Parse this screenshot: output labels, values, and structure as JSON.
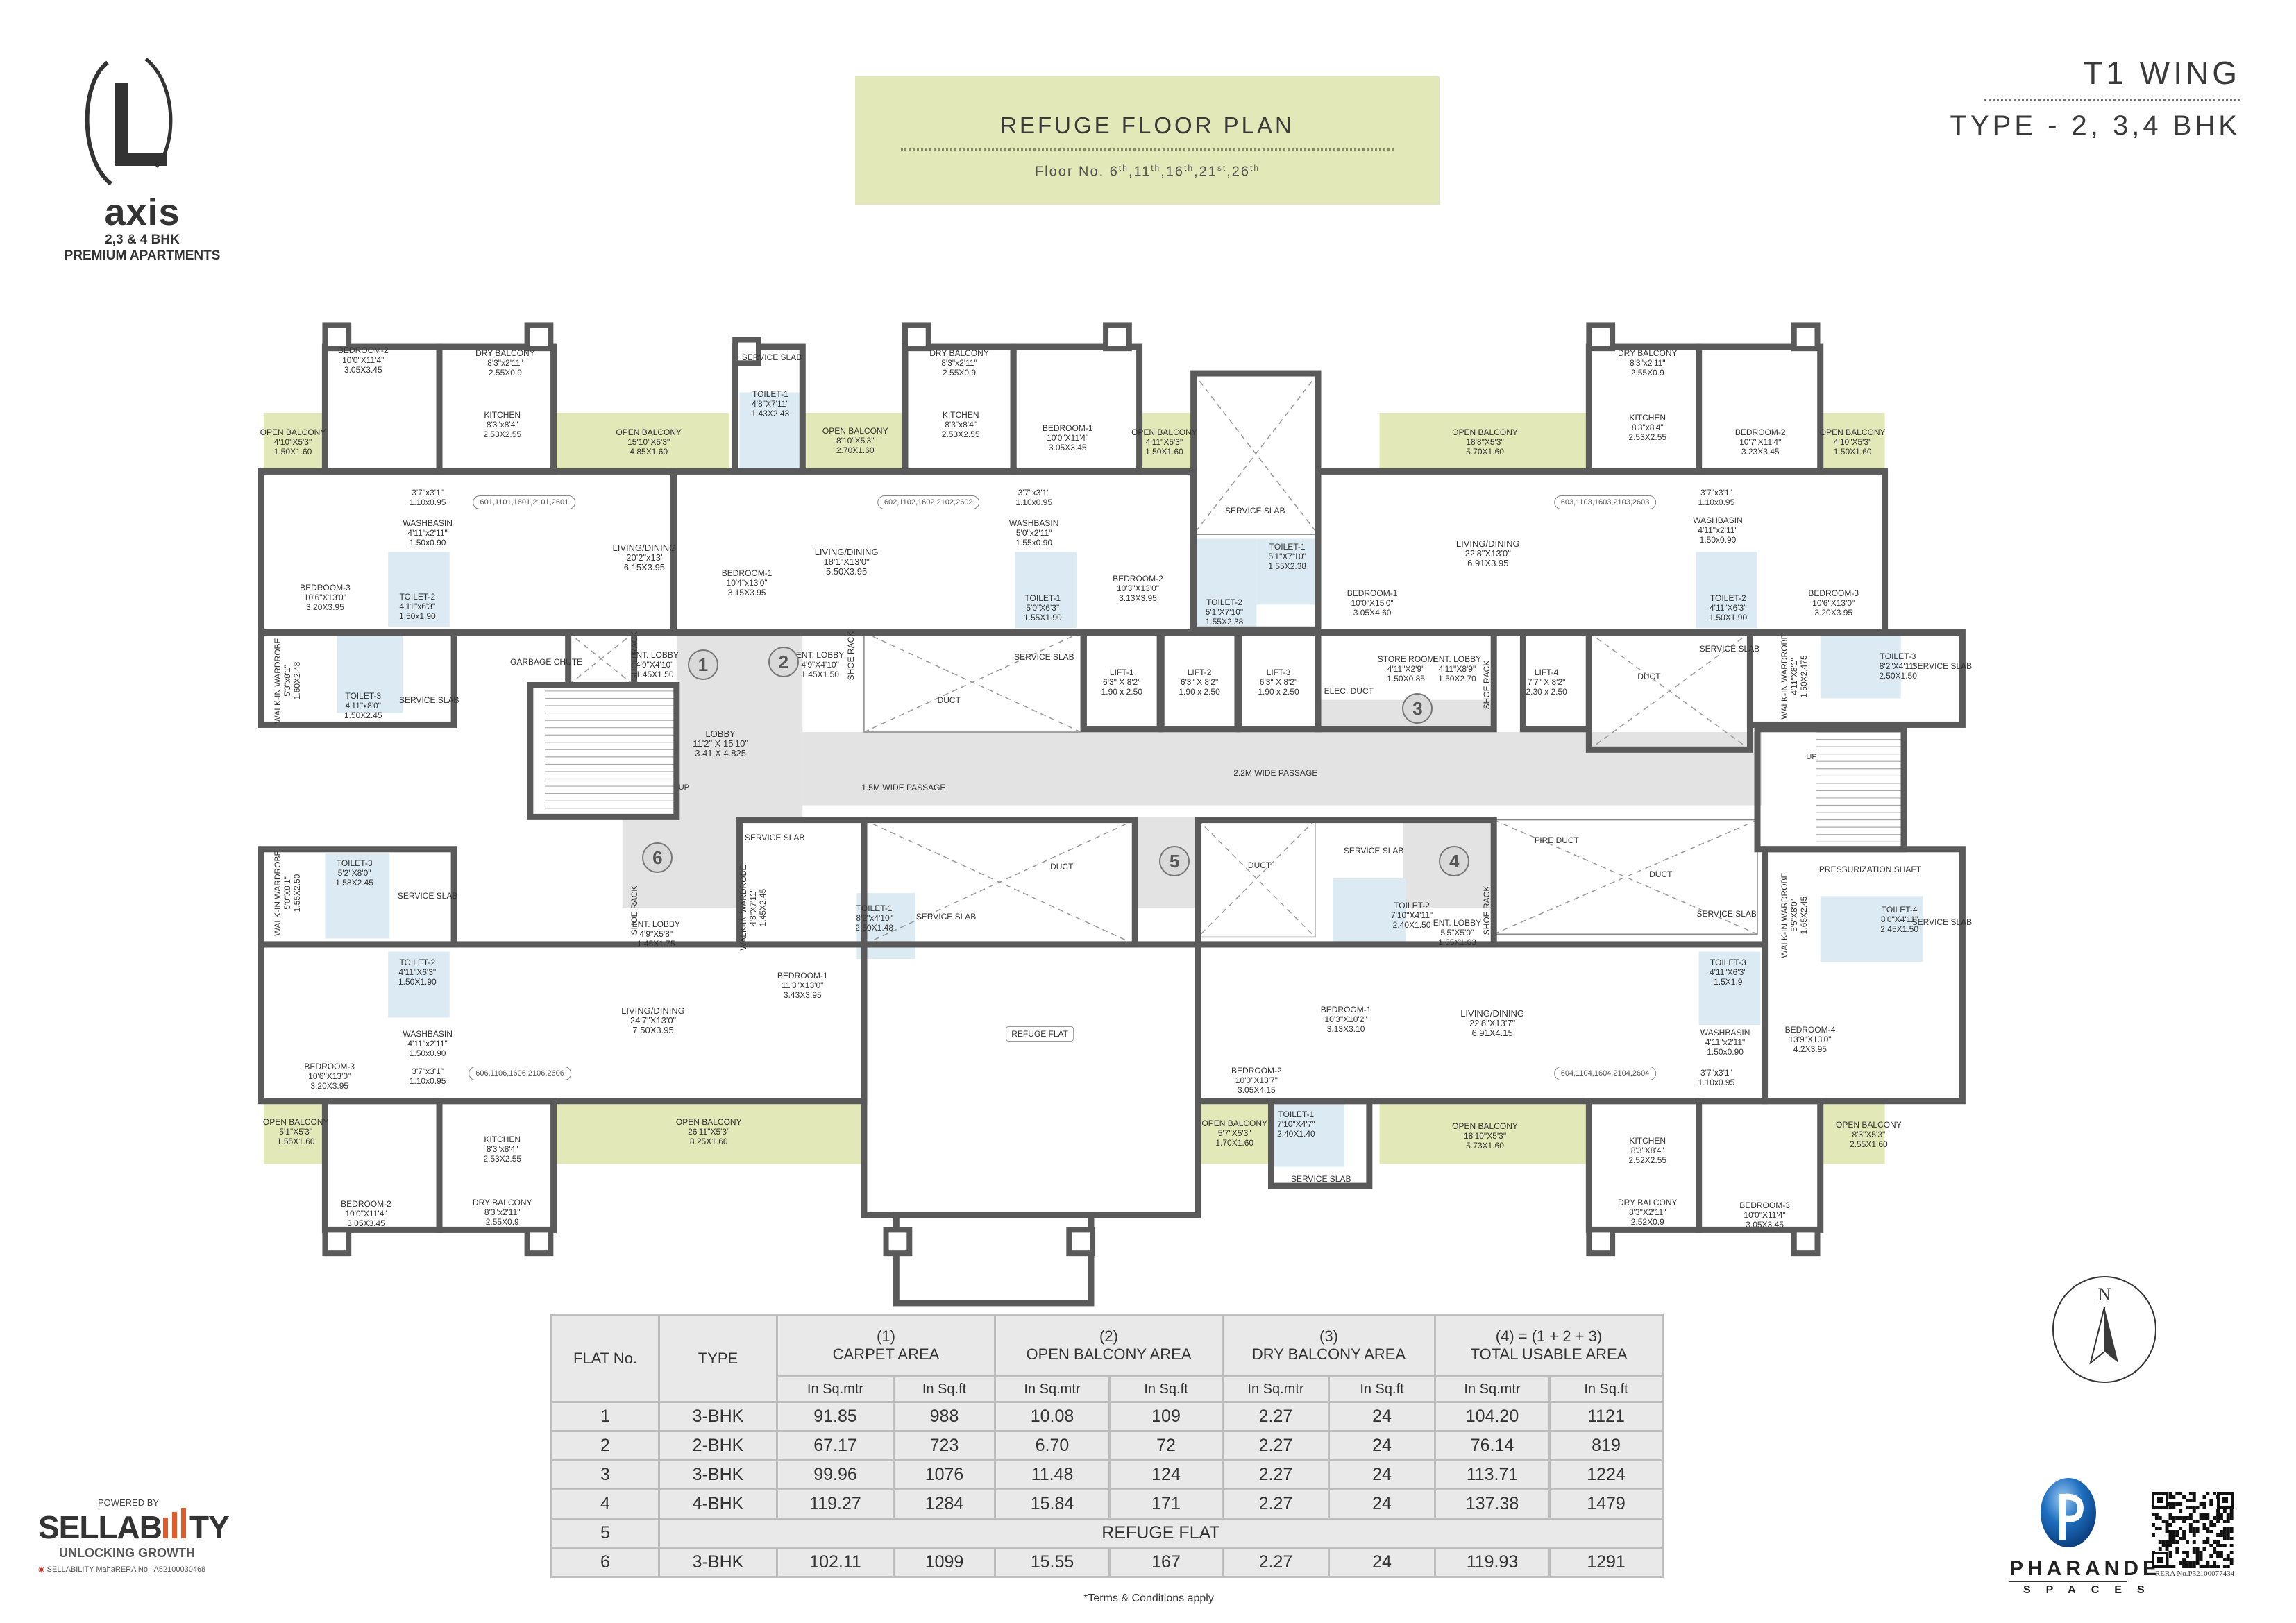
{
  "brand": {
    "logo_word": "axis",
    "logo_line1": "2,3 & 4 BHK",
    "logo_line2": "PREMIUM APARTMENTS"
  },
  "header": {
    "title": "REFUGE FLOOR PLAN",
    "floor_prefix": "Floor No. ",
    "floors": [
      [
        "6",
        "th"
      ],
      [
        "11",
        "th"
      ],
      [
        "16",
        "th"
      ],
      [
        "21",
        "st"
      ],
      [
        "26",
        "th"
      ]
    ],
    "wing": "T1 WING",
    "type": "TYPE - 2, 3,4 BHK",
    "box_color": "#e3e8b8"
  },
  "plan": {
    "colors": {
      "balcony": "#e3e8b8",
      "toilet": "#dcebf3",
      "lobby": "#e3e3e3",
      "wall": "#5a5a5a"
    },
    "unit_tags": [
      "601,1101,1601,2101,2601",
      "602,1102,1602,2102,2602",
      "603,1103,1603,2103,2603",
      "604,1104,1604,2104,2604",
      "606,1106,1606,2106,2606"
    ],
    "flat_numbers": [
      "1",
      "2",
      "3",
      "4",
      "5",
      "6"
    ],
    "up_label": "UP",
    "rooms": [
      [
        "BEDROOM-2",
        "10'0\"X11'4\"",
        "3.05X3.45"
      ],
      [
        "DRY BALCONY",
        "8'3\"x2'11\"",
        "2.55X0.9"
      ],
      [
        "KITCHEN",
        "8'3\"x8'4\"",
        "2.53X2.55"
      ],
      [
        "OPEN BALCONY",
        "4'10\"X5'3\"",
        "1.50X1.60"
      ],
      [
        "OPEN BALCONY",
        "15'10\"X5'3\"",
        "4.85X1.60"
      ],
      [
        "",
        "3'7\"x3'1\"",
        "1.10x0.95"
      ],
      [
        "WASHBASIN",
        "4'11\"x2'11\"",
        "1.50x0.90"
      ],
      [
        "LIVING/DINING",
        "20'2\"x13'",
        "6.15X3.95"
      ],
      [
        "BEDROOM-3",
        "10'6\"X13'0\"",
        "3.20X3.95"
      ],
      [
        "TOILET-2",
        "4'11\"x6'3\"",
        "1.50x1.90"
      ],
      [
        "TOILET-3",
        "4'11\"x8'0\"",
        "1.50X2.45"
      ],
      [
        "SERVICE SLAB",
        "",
        ""
      ],
      [
        "WALK-IN WARDROBE",
        "5'3\"x8'1\"",
        "1.60X2.48"
      ],
      [
        "GARBAGE CHUTE",
        "",
        ""
      ],
      [
        "SHOE RACK",
        "",
        ""
      ],
      [
        "ENT. LOBBY",
        "4'9\"X4'10\"",
        "1.45X1.50"
      ],
      [
        "SERVICE SLAB",
        "",
        ""
      ],
      [
        "TOILET-1",
        "4'8\"X7'11\"",
        "1.43X2.43"
      ],
      [
        "OPEN BALCONY",
        "8'10\"X5'3\"",
        "2.70X1.60"
      ],
      [
        "DRY BALCONY",
        "8'3\"x2'11\"",
        "2.55X0.9"
      ],
      [
        "KITCHEN",
        "8'3\"x8'4\"",
        "2.53X2.55"
      ],
      [
        "BEDROOM-1",
        "10'0\"X11'4\"",
        "3.05X3.45"
      ],
      [
        "OPEN BALCONY",
        "4'11\"X5'3\"",
        "1.50X1.60"
      ],
      [
        "",
        "3'7\"x3'1\"",
        "1.10x0.95"
      ],
      [
        "WASHBASIN",
        "5'0\"x2'11\"",
        "1.55x0.90"
      ],
      [
        "LIVING/DINING",
        "18'1\"X13'0\"",
        "5.50X3.95"
      ],
      [
        "BEDROOM-1",
        "10'4\"x13'0\"",
        "3.15X3.95"
      ],
      [
        "TOILET-1",
        "5'0\"X6'3\"",
        "1.55X1.90"
      ],
      [
        "BEDROOM-2",
        "10'3\"X13'0\"",
        "3.13X3.95"
      ],
      [
        "ENT. LOBBY",
        "4'9\"X4'10\"",
        "1.45X1.50"
      ],
      [
        "SHOE RACK",
        "",
        ""
      ],
      [
        "SERVICE SLAB",
        "",
        ""
      ],
      [
        "DUCT",
        "",
        ""
      ],
      [
        "LOBBY",
        "11'2\" X 15'10\"",
        "3.41 X 4.825"
      ],
      [
        "1.5M WIDE PASSAGE",
        "",
        ""
      ],
      [
        "SERVICE SLAB",
        "",
        ""
      ],
      [
        "TOILET-1",
        "5'1\"X7'10\"",
        "1.55X2.38"
      ],
      [
        "TOILET-2",
        "5'1\"X7'10\"",
        "1.55X2.38"
      ],
      [
        "LIFT-1",
        "6'3\" X 8'2\"",
        "1.90 x 2.50"
      ],
      [
        "LIFT-2",
        "6'3\" X 8'2\"",
        "1.90 x 2.50"
      ],
      [
        "LIFT-3",
        "6'3\" X 8'2\"",
        "1.90 x 2.50"
      ],
      [
        "ELEC. DUCT",
        "",
        ""
      ],
      [
        "STORE ROOM",
        "4'11\"X2'9\"",
        "1.50X0.85"
      ],
      [
        "ENT. LOBBY",
        "4'11\"X8'9\"",
        "1.50X2.70"
      ],
      [
        "SHOE RACK",
        "",
        ""
      ],
      [
        "LIFT-4",
        "7'7\" X 8'2\"",
        "2.30 x 2.50"
      ],
      [
        "DUCT",
        "",
        ""
      ],
      [
        "2.2M WIDE PASSAGE",
        "",
        ""
      ],
      [
        "BEDROOM-1",
        "10'0\"X15'0\"",
        "3.05X4.60"
      ],
      [
        "OPEN BALCONY",
        "18'8\"X5'3\"",
        "5.70X1.60"
      ],
      [
        "DRY BALCONY",
        "8'3\"x2'11\"",
        "2.55X0.9"
      ],
      [
        "KITCHEN",
        "8'3\"x8'4\"",
        "2.53X2.55"
      ],
      [
        "BEDROOM-2",
        "10'7\"X11'4\"",
        "3.23X3.45"
      ],
      [
        "OPEN BALCONY",
        "4'10\"X5'3\"",
        "1.50X1.60"
      ],
      [
        "",
        "3'7\"x3'1\"",
        "1.10x0.95"
      ],
      [
        "LIVING/DINING",
        "22'8\"X13'0\"",
        "6.91X3.95"
      ],
      [
        "WASHBASIN",
        "4'11\"x2'11\"",
        "1.50x0.90"
      ],
      [
        "TOILET-2",
        "4'11\"X6'3\"",
        "1.50X1.90"
      ],
      [
        "BEDROOM-3",
        "10'6\"X13'0\"",
        "3.20X3.95"
      ],
      [
        "SERVICE SLAB",
        "",
        ""
      ],
      [
        "WALK-IN WARDROBE",
        "4'11\"X8'1\"",
        "1.50X2.475"
      ],
      [
        "TOILET-3",
        "8'2\"X4'11\"",
        "2.50X1.50"
      ],
      [
        "SERVICE SLAB",
        "",
        ""
      ],
      [
        "TOILET-3",
        "5'2\"X8'0\"",
        "1.58X2.45"
      ],
      [
        "SERVICE SLAB",
        "",
        ""
      ],
      [
        "WALK-IN WARDROBE",
        "5'0\"X8'1\"",
        "1.55X2.50"
      ],
      [
        "TOILET-2",
        "4'11\"X6'3\"",
        "1.50X1.90"
      ],
      [
        "WASHBASIN",
        "4'11\"x2'11\"",
        "1.50x0.90"
      ],
      [
        "BEDROOM-3",
        "10'6\"X13'0\"",
        "3.20X3.95"
      ],
      [
        "",
        "3'7\"x3'1\"",
        "1.10x0.95"
      ],
      [
        "LIVING/DINING",
        "24'7\"X13'0\"",
        "7.50X3.95"
      ],
      [
        "OPEN BALCONY",
        "5'1\"X5'3\"",
        "1.55X1.60"
      ],
      [
        "OPEN BALCONY",
        "26'11\"X5'3\"",
        "8.25X1.60"
      ],
      [
        "KITCHEN",
        "8'3\"x8'4\"",
        "2.53X2.55"
      ],
      [
        "BEDROOM-2",
        "10'0\"X11'4\"",
        "3.05X3.45"
      ],
      [
        "DRY BALCONY",
        "8'3\"x2'11\"",
        "2.55X0.9"
      ],
      [
        "SHOE RACK",
        "",
        ""
      ],
      [
        "ENT. LOBBY",
        "4'9\"X5'8\"",
        "1.45X1.75"
      ],
      [
        "SERVICE SLAB",
        "",
        ""
      ],
      [
        "WALK-IN WARDROBE",
        "4'8\"X7'11\"",
        "1.45X2.45"
      ],
      [
        "TOILET-1",
        "8'2\"x4'10\"",
        "2.50X1.48"
      ],
      [
        "SERVICE SLAB",
        "",
        ""
      ],
      [
        "DUCT",
        "",
        ""
      ],
      [
        "BEDROOM-1",
        "11'3\"X13'0\"",
        "3.43X3.95"
      ],
      [
        "DUCT",
        "",
        ""
      ],
      [
        "SERVICE SLAB",
        "",
        ""
      ],
      [
        "TOILET-2",
        "7'10\"X4'11\"",
        "2.40X1.50"
      ],
      [
        "SHOE RACK",
        "",
        ""
      ],
      [
        "ENT. LOBBY",
        "5'5\"X5'0\"",
        "1.65X1.63"
      ],
      [
        "FIRE DUCT",
        "",
        ""
      ],
      [
        "DUCT",
        "",
        ""
      ],
      [
        "SERVICE SLAB",
        "",
        ""
      ],
      [
        "PRESSURIZATION SHAFT",
        "",
        ""
      ],
      [
        "WALK-IN WARDROBE",
        "5'5\"X8'0\"",
        "1.65X2.45"
      ],
      [
        "TOILET-4",
        "8'0\"X4'11\"",
        "2.45X1.50"
      ],
      [
        "SERVICE SLAB",
        "",
        ""
      ],
      [
        "TOILET-3",
        "4'11\"X6'3\"",
        "1.5X1.9"
      ],
      [
        "WASHBASIN",
        "4'11\"x2'11\"",
        "1.50x0.90"
      ],
      [
        "BEDROOM-4",
        "13'9\"X13'0\"",
        "4.2X3.95"
      ],
      [
        "BEDROOM-1",
        "10'3\"X10'2\"",
        "3.13X3.10"
      ],
      [
        "LIVING/DINING",
        "22'8\"X13'7\"",
        "6.91X4.15"
      ],
      [
        "BEDROOM-2",
        "10'0\"X13'7\"",
        "3.05X4.15"
      ],
      [
        "",
        "3'7\"x3'1\"",
        "1.10x0.95"
      ],
      [
        "OPEN BALCONY",
        "5'7\"X5'3\"",
        "1.70X1.60"
      ],
      [
        "TOILET-1",
        "7'10\"X4'7\"",
        "2.40X1.40"
      ],
      [
        "SERVICE SLAB",
        "",
        ""
      ],
      [
        "OPEN BALCONY",
        "18'10\"X5'3\"",
        "5.73X1.60"
      ],
      [
        "KITCHEN",
        "8'3\"X8'4\"",
        "2.52X2.55"
      ],
      [
        "DRY BALCONY",
        "8'3\"X2'11\"",
        "2.52X0.9"
      ],
      [
        "BEDROOM-3",
        "10'0\"X11'4\"",
        "3.05X3.45"
      ],
      [
        "OPEN BALCONY",
        "8'3\"X5'3\"",
        "2.55X1.60"
      ],
      [
        "REFUGE FLAT",
        "",
        ""
      ]
    ]
  },
  "table": {
    "flat_no": "FLAT No.",
    "type": "TYPE",
    "groups": [
      {
        "num": "(1)",
        "label": "CARPET AREA"
      },
      {
        "num": "(2)",
        "label": "OPEN BALCONY AREA"
      },
      {
        "num": "(3)",
        "label": "DRY  BALCONY AREA"
      },
      {
        "num": "(4) = (1 + 2 + 3)",
        "label": "TOTAL USABLE AREA"
      }
    ],
    "unit_mtr": "In Sq.mtr",
    "unit_ft": "In Sq.ft",
    "rows": [
      [
        "1",
        "3-BHK",
        "91.85",
        "988",
        "10.08",
        "109",
        "2.27",
        "24",
        "104.20",
        "1121"
      ],
      [
        "2",
        "2-BHK",
        "67.17",
        "723",
        "6.70",
        "72",
        "2.27",
        "24",
        "76.14",
        "819"
      ],
      [
        "3",
        "3-BHK",
        "99.96",
        "1076",
        "11.48",
        "124",
        "2.27",
        "24",
        "113.71",
        "1224"
      ],
      [
        "4",
        "4-BHK",
        "119.27",
        "1284",
        "15.84",
        "171",
        "2.27",
        "24",
        "137.38",
        "1479"
      ]
    ],
    "refuge_row": {
      "flat": "5",
      "label": "REFUGE FLAT"
    },
    "last_row": [
      "6",
      "3-BHK",
      "102.11",
      "1099",
      "15.55",
      "167",
      "2.27",
      "24",
      "119.93",
      "1291"
    ]
  },
  "terms": "*Terms & Conditions apply",
  "north": "N",
  "developer": {
    "name": "PHARANDE",
    "sub": "SPACES",
    "color": "#1f6fc0"
  },
  "rera": "RERA No.P52100077434",
  "sellability": {
    "powered": "POWERED BY",
    "name_a": "SELLAB",
    "name_b": "TY",
    "tagline": "UNLOCKING GROWTH",
    "rera": "SELLABILITY MahaRERA No.: A52100030468",
    "accent": "#e05a2a"
  }
}
